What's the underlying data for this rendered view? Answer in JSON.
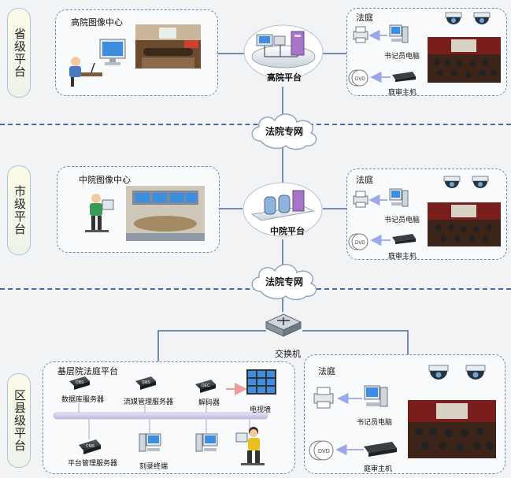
{
  "tiers": {
    "province": "省级平台",
    "city": "市级平台",
    "district": "区县级平台"
  },
  "province": {
    "image_center": "高院图像中心",
    "platform": "高院平台",
    "court": {
      "title": "法庭",
      "clerk_pc": "书记员电脑",
      "court_host": "庭审主机",
      "dvd": "DVD"
    }
  },
  "city": {
    "image_center": "中院图像中心",
    "platform": "中院平台",
    "court": {
      "title": "法庭",
      "clerk_pc": "书记员电脑",
      "court_host": "庭审主机",
      "dvd": "DVD"
    }
  },
  "network": {
    "label_top": "法院专网",
    "label_bottom": "法院专网"
  },
  "district": {
    "switch": "交换机",
    "platform_title": "基层院法庭平台",
    "db_server": "数据库服务器",
    "stream_server": "流媒管理服务器",
    "decoder": "解码器",
    "tv_wall": "电视墙",
    "mgmt_server": "平台管理服务器",
    "burn_terminal": "刻录终端",
    "server_tag_dbs": "DBS",
    "server_tag_sms": "SMS",
    "server_tag_dec": "DEC",
    "server_tag_cms": "CMS",
    "court": {
      "title": "法庭",
      "clerk_pc": "书记员电脑",
      "court_host": "庭审主机",
      "dvd": "DVD"
    }
  },
  "colors": {
    "dash": "#6d86b3",
    "line": "#4a6aa5",
    "arrow_blue": "#1f3fcf",
    "arrow_red": "#e02020"
  }
}
